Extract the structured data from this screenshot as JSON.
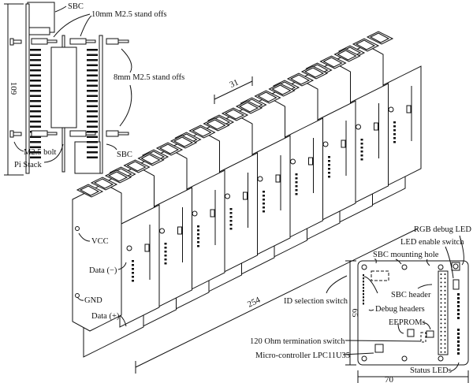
{
  "stack_detail": {
    "labels": {
      "sbc_top": "SBC",
      "standoffs_10mm": "10mm M2.5 stand offs",
      "standoffs_8mm": "8mm M2.5 stand offs",
      "bolt": "M2.5 bolt",
      "pi_stack": "Pi Stack",
      "sbc_bottom": "SBC"
    },
    "dimension_height": "109"
  },
  "module_array": {
    "module_count": 9,
    "labels": {
      "vcc": "VCC",
      "data_minus": "Data (−)",
      "gnd": "GND",
      "data_plus": "Data (+)"
    },
    "dimension_pitch": "31",
    "dimension_length": "254"
  },
  "board_detail": {
    "labels": {
      "rgb_led": "RGB debug LED",
      "led_switch": "LED enable switch",
      "mounting_hole": "SBC mounting hole",
      "sbc_header": "SBC header",
      "debug_headers": "Debug headers",
      "id_switch": "ID selection switch",
      "eeproms": "EEPROMs",
      "termination": "120 Ohm termination switch",
      "mcu": "Micro-controller LPC11U35",
      "status_leds": "Status LEDs"
    },
    "dimension_height": "65",
    "dimension_width": "70"
  }
}
